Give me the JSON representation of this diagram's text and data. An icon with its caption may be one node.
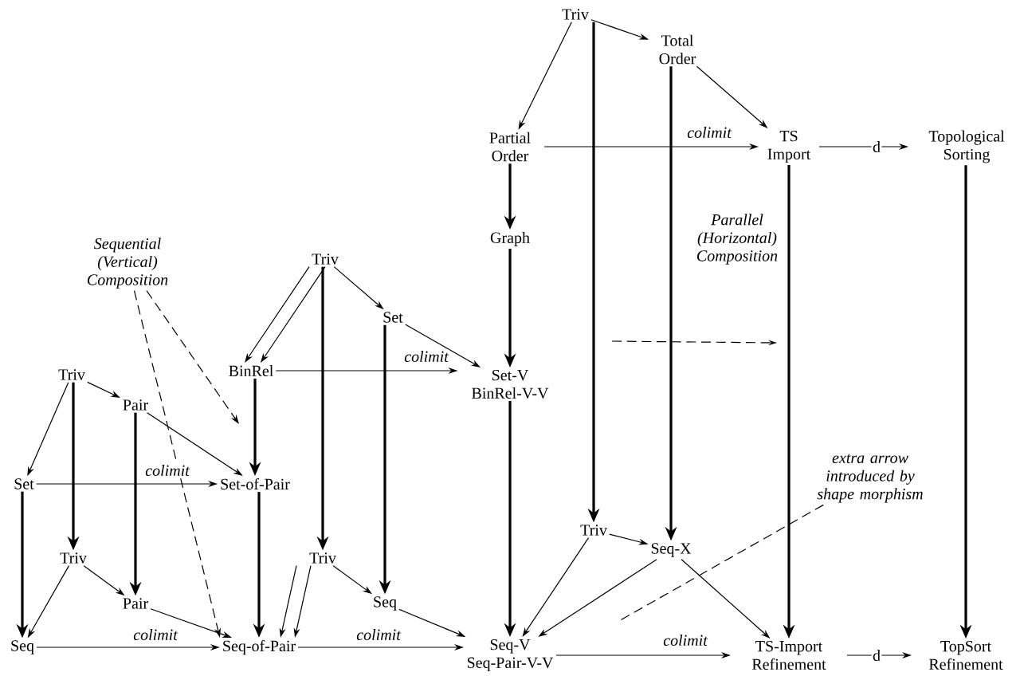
{
  "diagram": {
    "nodes": [
      {
        "text": [
          "Triv"
        ]
      },
      {
        "text": [
          "Total Order"
        ]
      },
      {
        "text": [
          "Partial Order"
        ]
      },
      {
        "text": [
          "TS Import"
        ]
      },
      {
        "text": [
          "Topological Sorting"
        ]
      },
      {
        "text": [
          "Graph"
        ]
      },
      {
        "text": [
          "Sequential (Vertical) Composition"
        ]
      },
      {
        "text": [
          "Triv"
        ]
      },
      {
        "text": [
          "BinRel"
        ]
      },
      {
        "text": [
          "Set"
        ]
      },
      {
        "text": [
          "Set-V BinRel-V-V"
        ]
      },
      {
        "text": [
          "Triv"
        ]
      },
      {
        "text": [
          "Pair"
        ]
      },
      {
        "text": [
          "Set"
        ]
      },
      {
        "text": [
          "Set-of-Pair"
        ]
      },
      {
        "text": [
          "Triv"
        ]
      },
      {
        "text": [
          "Pair"
        ]
      },
      {
        "text": [
          "Seq"
        ]
      },
      {
        "text": [
          "Seq-of-Pair"
        ]
      },
      {
        "text": [
          "Triv"
        ]
      },
      {
        "text": [
          "Seq"
        ]
      },
      {
        "text": [
          "Seq-V Seq-Pair-V-V"
        ]
      },
      {
        "text": [
          "Triv"
        ]
      },
      {
        "text": [
          "Seq-X"
        ]
      },
      {
        "text": [
          "extra arrow introduced by shape morphism"
        ]
      },
      {
        "text": [
          "TS-Import Refinement"
        ]
      },
      {
        "text": [
          "TopSort Refinement"
        ]
      }
    ],
    "edges": [
      {
        "from": 0,
        "to": 1,
        "arrow": "to"
      },
      {
        "from": 0,
        "to": 2,
        "arrow": "to"
      },
      {
        "from": 1,
        "to": 3,
        "arrow": "to"
      },
      {
        "from": 2,
        "to": 3,
        "arrow": "to",
        "label": "colimit"
      },
      {
        "from": 3,
        "to": 4,
        "arrow": "to",
        "label": "d"
      },
      {
        "from": 0,
        "to": 22,
        "arrow": "to",
        "style": "thick"
      },
      {
        "from": 1,
        "to": 23,
        "arrow": "to",
        "style": "thick"
      },
      {
        "from": 2,
        "to": 5,
        "arrow": "to",
        "style": "thick"
      },
      {
        "from": 5,
        "to": 10,
        "arrow": "to",
        "style": "thick"
      },
      {
        "from": 3,
        "to": 25,
        "arrow": "to",
        "style": "thick"
      },
      {
        "from": 4,
        "to": 26,
        "arrow": "to",
        "style": "thick"
      },
      {
        "from": 7,
        "to": 8,
        "arrow": "to"
      },
      {
        "from": 7,
        "to": 8,
        "arrow": "to"
      },
      {
        "from": 7,
        "to": 9,
        "arrow": "to"
      },
      {
        "from": 8,
        "to": 10,
        "arrow": "to",
        "label": "colimit"
      },
      {
        "from": 9,
        "to": 10,
        "arrow": "to"
      },
      {
        "from": 7,
        "to": 19,
        "arrow": "to",
        "style": "thick"
      },
      {
        "from": 8,
        "to": 14,
        "arrow": "to",
        "style": "thick"
      },
      {
        "from": 9,
        "to": 20,
        "arrow": "to",
        "style": "thick"
      },
      {
        "from": 10,
        "to": 21,
        "arrow": "to",
        "style": "thick"
      },
      {
        "from": 11,
        "to": 12,
        "arrow": "to"
      },
      {
        "from": 11,
        "to": 13,
        "arrow": "to"
      },
      {
        "from": 12,
        "to": 14,
        "arrow": "to"
      },
      {
        "from": 13,
        "to": 14,
        "arrow": "to",
        "label": "colimit"
      },
      {
        "from": 11,
        "to": 15,
        "arrow": "to",
        "style": "thick"
      },
      {
        "from": 12,
        "to": 16,
        "arrow": "to",
        "style": "thick"
      },
      {
        "from": 13,
        "to": 17,
        "arrow": "to",
        "style": "thick"
      },
      {
        "from": 14,
        "to": 18,
        "arrow": "to",
        "style": "thick"
      },
      {
        "from": 15,
        "to": 16,
        "arrow": "to"
      },
      {
        "from": 15,
        "to": 17,
        "arrow": "to"
      },
      {
        "from": 16,
        "to": 18,
        "arrow": "to"
      },
      {
        "from": 17,
        "to": 18,
        "arrow": "to",
        "label": "colimit"
      },
      {
        "from": 19,
        "to": 18,
        "arrow": "to"
      },
      {
        "from": 19,
        "to": 18,
        "arrow": "to"
      },
      {
        "from": 19,
        "to": 20,
        "arrow": "to"
      },
      {
        "from": 18,
        "to": 21,
        "arrow": "to",
        "label": "colimit"
      },
      {
        "from": 20,
        "to": 21,
        "arrow": "to"
      },
      {
        "from": 22,
        "to": 21,
        "arrow": "to"
      },
      {
        "from": 22,
        "to": 23,
        "arrow": "to"
      },
      {
        "from": 23,
        "to": 21,
        "arrow": "to"
      },
      {
        "from": 23,
        "to": 25,
        "arrow": "to"
      },
      {
        "from": 21,
        "to": 25,
        "arrow": "to",
        "label": "colimit"
      },
      {
        "from": 25,
        "to": 26,
        "arrow": "to",
        "label": "d"
      },
      {
        "from": 6,
        "to": null,
        "arrow": "to",
        "style": "dashed"
      },
      {
        "from": 6,
        "to": 18,
        "arrow": "to",
        "style": "dashed"
      },
      {
        "from": 24,
        "to": null,
        "arrow": "none",
        "style": "dashed"
      }
    ],
    "labels": [
      "Parallel (Horizontal) Composition"
    ]
  }
}
